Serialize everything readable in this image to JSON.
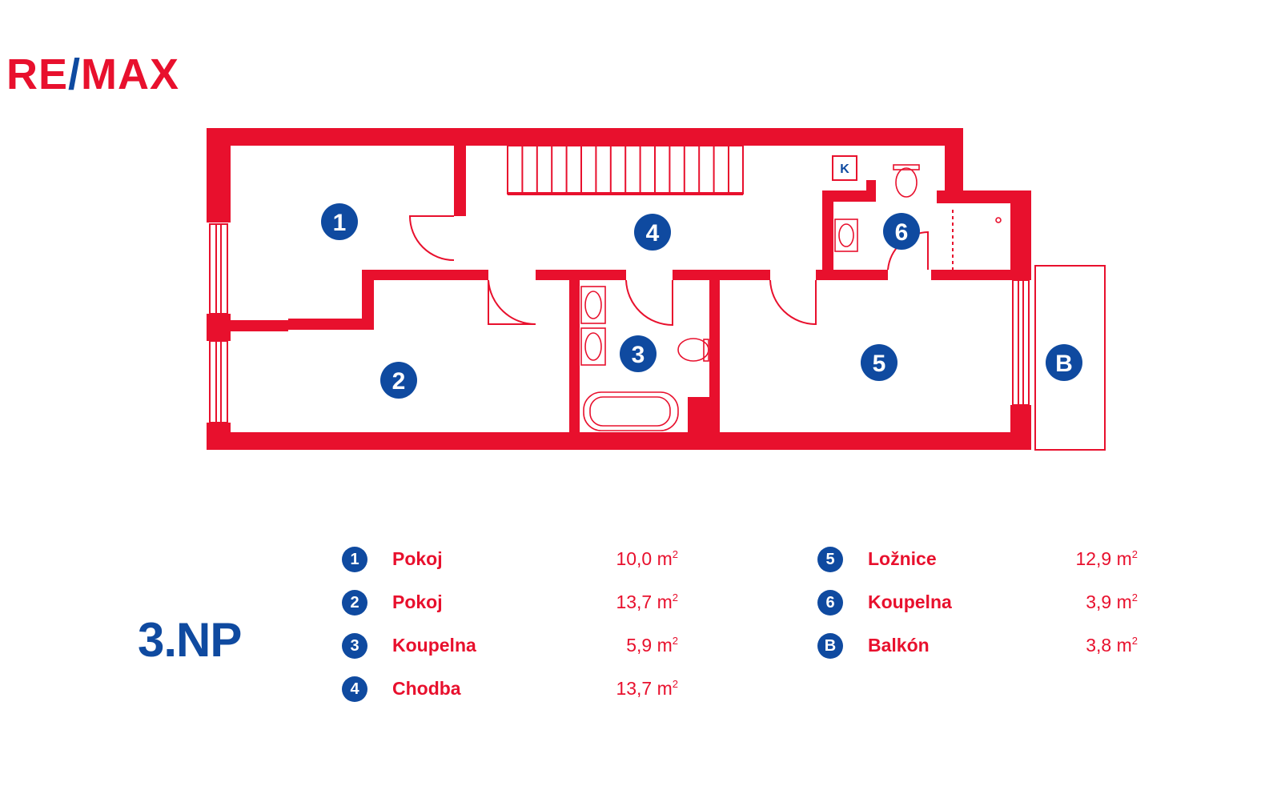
{
  "brand": {
    "logo_text": "RE/MAX",
    "red": "#e8102d",
    "blue": "#0f4aa0"
  },
  "floor_label": "3.NP",
  "plan": {
    "rooms": [
      {
        "badge": "1"
      },
      {
        "badge": "2"
      },
      {
        "badge": "3"
      },
      {
        "badge": "4"
      },
      {
        "badge": "5"
      },
      {
        "badge": "6"
      },
      {
        "badge": "B"
      }
    ],
    "boiler_label": "K"
  },
  "legend": [
    {
      "badge": "1",
      "name": "Pokoj",
      "area": "10,0 m",
      "unit_sup": "2"
    },
    {
      "badge": "2",
      "name": "Pokoj",
      "area": "13,7 m",
      "unit_sup": "2"
    },
    {
      "badge": "3",
      "name": "Koupelna",
      "area": "5,9 m",
      "unit_sup": "2"
    },
    {
      "badge": "4",
      "name": "Chodba",
      "area": "13,7 m",
      "unit_sup": "2"
    },
    {
      "badge": "5",
      "name": "Ložnice",
      "area": "12,9 m",
      "unit_sup": "2"
    },
    {
      "badge": "6",
      "name": "Koupelna",
      "area": "3,9 m",
      "unit_sup": "2"
    },
    {
      "badge": "B",
      "name": "Balkón",
      "area": "3,8 m",
      "unit_sup": "2"
    }
  ]
}
